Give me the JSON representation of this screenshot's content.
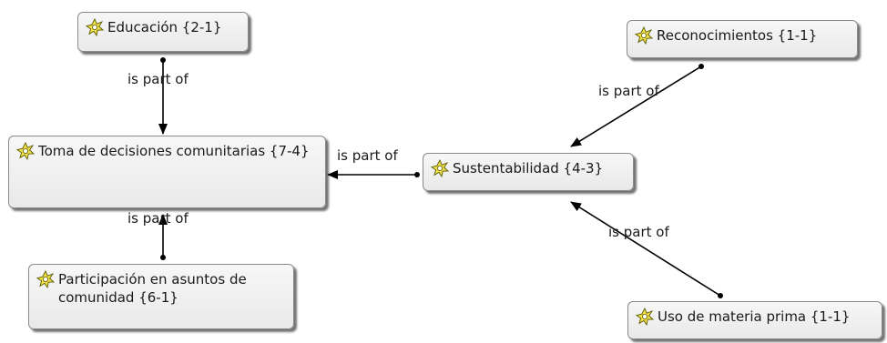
{
  "nodes": {
    "educacion": "Educación {2-1}",
    "toma": "Toma de decisiones comunitarias {7-4}",
    "participacion": "Participación en asuntos de comunidad {6-1}",
    "sustentabilidad": "Sustentabilidad {4-3}",
    "reconocimientos": "Reconocimientos {1-1}",
    "materia": "Uso de materia prima {1-1}"
  },
  "relation_label": "is part of",
  "icon_name": "code-node-icon",
  "colors": {
    "node_fill_top": "#f7f7f7",
    "node_fill_bottom": "#e9e9e9",
    "icon_fill": "#f2e14a",
    "line": "#000000"
  }
}
